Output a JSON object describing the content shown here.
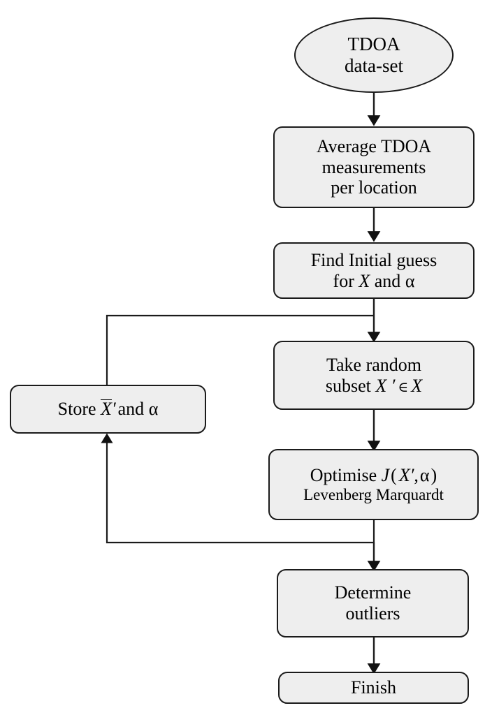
{
  "diagram": {
    "title": "TDOA calibration flowchart",
    "type": "flowchart",
    "colors": {
      "node_fill": "#eeeeee",
      "node_stroke": "#1b1b1b",
      "edge_stroke": "#1b1b1b",
      "background": "#ffffff",
      "text": "#000000"
    },
    "nodes": [
      {
        "id": "start",
        "shape": "ellipse",
        "lines": [
          "TDOA",
          "data-set"
        ]
      },
      {
        "id": "average",
        "shape": "rounded-rectangle",
        "lines": [
          "Average TDOA",
          "measurements",
          "per location"
        ]
      },
      {
        "id": "initial-guess",
        "shape": "rounded-rectangle",
        "lines": [
          "Find Initial guess",
          "for X and α"
        ],
        "line2_parts": {
          "pre": "for ",
          "var": "X",
          "mid": " and ",
          "greek": "α"
        }
      },
      {
        "id": "random-subset",
        "shape": "rounded-rectangle",
        "lines": [
          "Take random",
          "subset  X ′∈ X"
        ],
        "line2_parts": {
          "pre": "subset  ",
          "var1": "X",
          "prime": " ′",
          "op": "∈",
          "var2": "X"
        }
      },
      {
        "id": "store",
        "shape": "rounded-rectangle",
        "lines": [
          "Store  X̄ ′and  α"
        ],
        "parts": {
          "pre": "Store  ",
          "var": "X",
          "prime": "′",
          "mid": "and  ",
          "greek": "α"
        }
      },
      {
        "id": "optimise",
        "shape": "rounded-rectangle",
        "lines": [
          "Optimise J ( X ′, α )",
          "Levenberg Marquardt"
        ],
        "line1_parts": {
          "pre": "Optimise ",
          "fn": "J",
          "open": "(",
          "var1": "X",
          "prime": "′",
          "comma": ",",
          "greek": "α",
          "close": ")"
        },
        "line2": "Levenberg Marquardt"
      },
      {
        "id": "outliers",
        "shape": "rounded-rectangle",
        "lines": [
          "Determine",
          "outliers"
        ]
      },
      {
        "id": "finish",
        "shape": "rounded-rectangle",
        "lines": [
          "Finish"
        ]
      }
    ],
    "edges": [
      {
        "from": "start",
        "to": "average",
        "style": "straight-arrow"
      },
      {
        "from": "average",
        "to": "initial-guess",
        "style": "straight-arrow"
      },
      {
        "from": "initial-guess",
        "to": "random-subset",
        "style": "straight-arrow"
      },
      {
        "from": "random-subset",
        "to": "optimise",
        "style": "straight-arrow"
      },
      {
        "from": "initial-guess",
        "to": "store",
        "style": "elbow-loop-left"
      },
      {
        "from": "optimise",
        "to": "store",
        "style": "elbow-loop-left-arrow"
      },
      {
        "from": "optimise",
        "to": "outliers",
        "style": "straight-arrow"
      },
      {
        "from": "outliers",
        "to": "finish",
        "style": "straight-arrow"
      }
    ]
  }
}
